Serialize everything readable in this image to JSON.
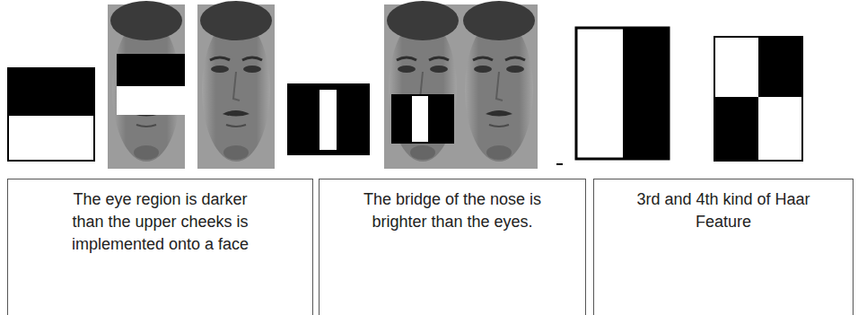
{
  "diagram": {
    "nodes": [
      {
        "text": [
          "The eye region is darker than the upper cheeks is implemented onto a face"
        ]
      },
      {
        "text": [
          "The bridge of the nose is brighter than the eyes."
        ]
      },
      {
        "text": [
          "3rd and 4th kind of Haar Feature"
        ]
      }
    ]
  }
}
